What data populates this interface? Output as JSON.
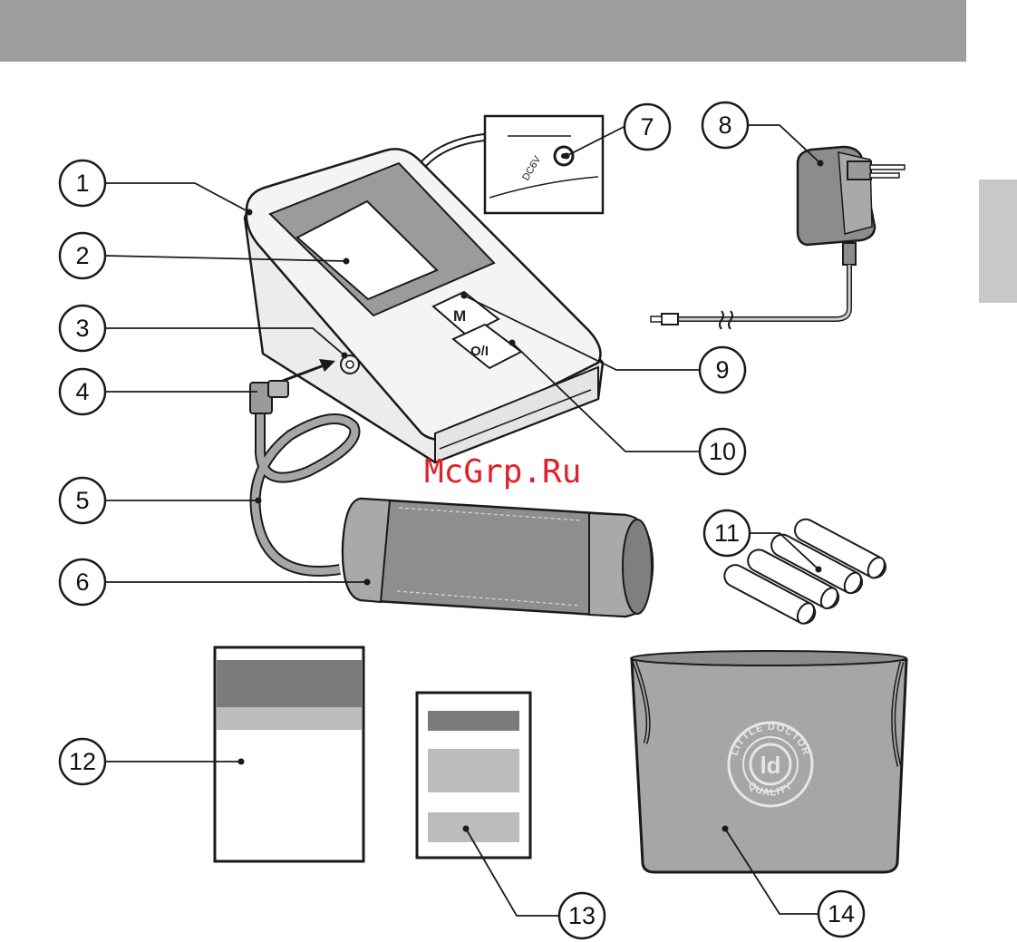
{
  "page": {
    "header_color": "#9d9d9f",
    "side_tab_color": "#c8c8ca"
  },
  "device": {
    "key_memory": "M",
    "key_power": "O/I",
    "socket_label": "DC6V"
  },
  "callouts": [
    "1",
    "2",
    "3",
    "4",
    "5",
    "6",
    "7",
    "8",
    "9",
    "10",
    "11",
    "12",
    "13",
    "14"
  ],
  "seal": {
    "top_text": "LITTLE DOCTOR",
    "bottom_text": "QUALITY",
    "logo": "ld"
  },
  "watermark": "McGrp.Ru",
  "colors": {
    "dark_grey": "#7b7b7d",
    "mid_grey": "#a6a6a8",
    "light_grey": "#c4c4c6",
    "line": "#1a1a1a",
    "watermark": "#e0202a"
  }
}
